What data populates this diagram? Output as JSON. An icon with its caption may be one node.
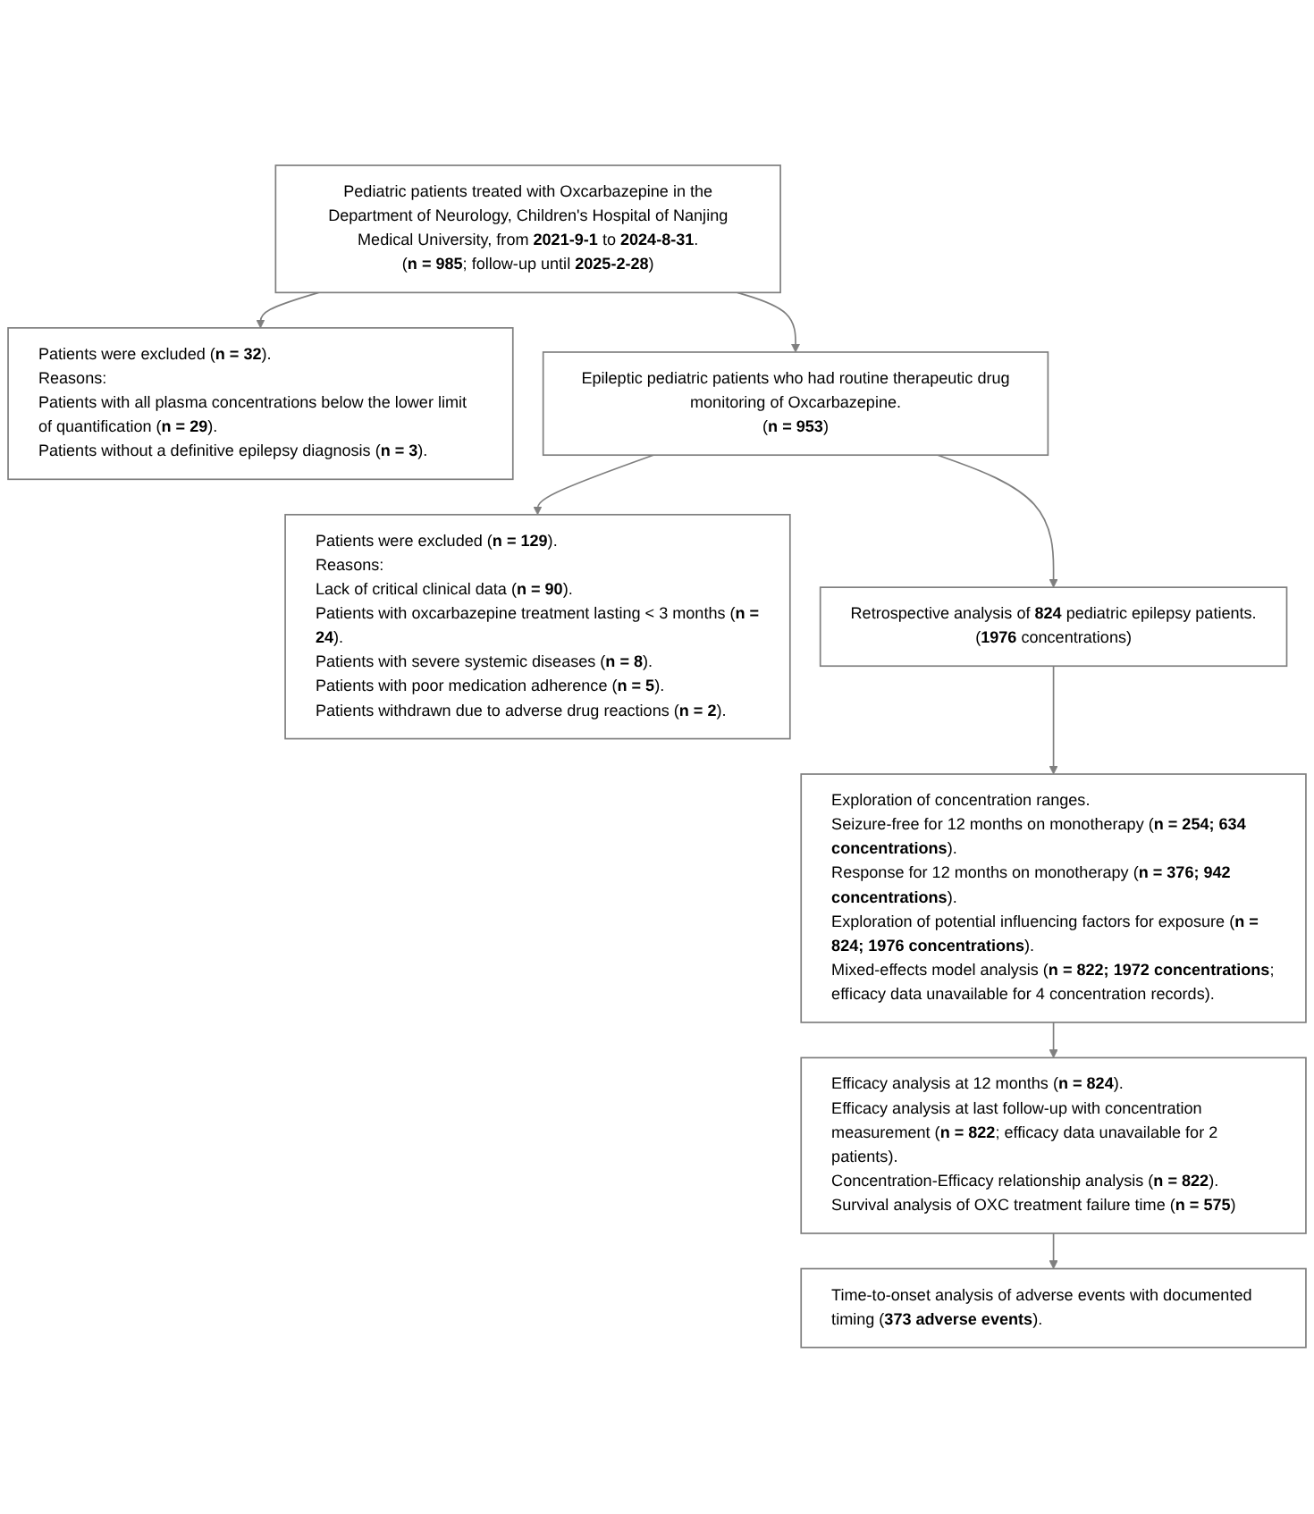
{
  "diagram": {
    "nodes": [
      {
        "text": [
          "Pediatric patients treated with Oxcarbazepine in the Department of Neurology, Children's Hospital of Nanjing Medical University, from **2021-9-1** to **2024-8-31**.",
          "(**n = 985**; follow-up until **2025-2-28**)"
        ]
      },
      {
        "text": [
          "Patients were excluded (**n = 32**).",
          "Reasons:",
          "Patients with all plasma concentrations below the lower limit of quantification (**n = 29**).",
          "Patients without a definitive epilepsy diagnosis (**n = 3**)."
        ]
      },
      {
        "text": [
          "Epileptic pediatric patients who had routine therapeutic drug monitoring of Oxcarbazepine.",
          "(**n = 953**)"
        ]
      },
      {
        "text": [
          "Patients were excluded (**n = 129**).",
          "Reasons:",
          "Lack of critical clinical data (**n = 90**).",
          "Patients with oxcarbazepine treatment lasting < 3 months (**n = 24**).",
          "Patients with severe systemic diseases (**n = 8**).",
          "Patients with poor medication adherence (**n = 5**).",
          "Patients withdrawn due to adverse drug reactions (**n = 2**)."
        ]
      },
      {
        "text": [
          "Retrospective analysis of **824** pediatric epilepsy patients.",
          "(**1976** concentrations)"
        ]
      },
      {
        "text": [
          "Exploration of concentration ranges.",
          "Seizure-free for 12 months on monotherapy (**n = 254; 634 concentrations**).",
          "Response for 12 months on monotherapy (**n = 376; 942 concentrations**).",
          "Exploration of potential influencing factors for exposure (**n = 824; 1976 concentrations**).",
          "Mixed-effects model analysis (**n = 822; 1972 concentrations**; efficacy data unavailable for 4 concentration records)."
        ]
      },
      {
        "text": [
          "Efficacy analysis at 12 months (**n = 824**).",
          "Efficacy analysis at last follow-up with concentration measurement (**n = 822**; efficacy data unavailable for 2 patients).",
          "Concentration-Efficacy relationship analysis (**n = 822**).",
          "Survival analysis of OXC treatment failure time (**n = 575**)"
        ]
      },
      {
        "text": [
          "Time-to-onset analysis of adverse events with documented timing (**373 adverse events**)."
        ]
      }
    ],
    "edges": [
      {
        "from": 0,
        "to": 1,
        "arrow": "to"
      },
      {
        "from": 0,
        "to": 2,
        "arrow": "to"
      },
      {
        "from": 2,
        "to": 3,
        "arrow": "to"
      },
      {
        "from": 2,
        "to": 4,
        "arrow": "to"
      },
      {
        "from": 4,
        "to": 5,
        "arrow": "to"
      },
      {
        "from": 5,
        "to": 6,
        "arrow": "to"
      },
      {
        "from": 6,
        "to": 7,
        "arrow": "to"
      }
    ]
  }
}
